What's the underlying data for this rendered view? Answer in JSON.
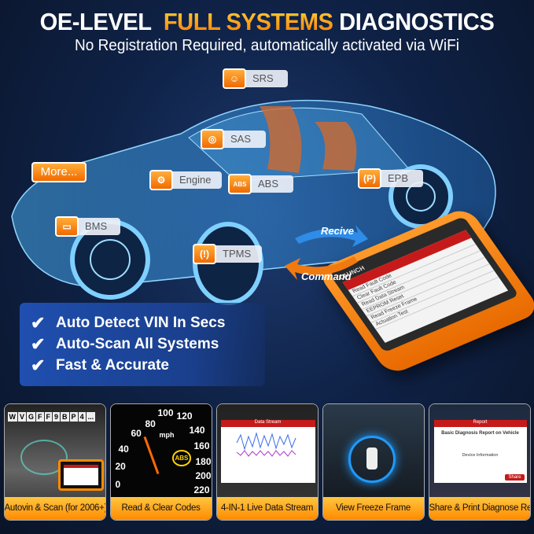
{
  "header": {
    "title_part1": "OE-LEVEL",
    "title_highlight": "FULL SYSTEMS",
    "title_part2": "DIAGNOSTICS",
    "subtitle": "No Registration Required, automatically activated via WiFi"
  },
  "systems": [
    {
      "label": "SRS",
      "icon": "airbag-icon"
    },
    {
      "label": "SAS",
      "icon": "steering-wheel-icon"
    },
    {
      "label": "Engine",
      "icon": "engine-icon"
    },
    {
      "label": "ABS",
      "icon": "abs-icon"
    },
    {
      "label": "EPB",
      "icon": "parking-brake-icon"
    },
    {
      "label": "BMS",
      "icon": "battery-icon"
    },
    {
      "label": "TPMS",
      "icon": "tire-pressure-icon"
    }
  ],
  "more_label": "More...",
  "arrows": {
    "receive": "Recive",
    "command": "Command"
  },
  "features": [
    "Auto Detect VIN In Secs",
    "Auto-Scan All Systems",
    "Fast & Accurate"
  ],
  "device": {
    "brand": "LAUNCH",
    "menu": [
      "Read Fault Code",
      "Clear Fault Code",
      "Read Data Stream",
      "EEPROM Reset",
      "Read Freeze Frame",
      "Actuation Test"
    ]
  },
  "cards": [
    {
      "caption": "Autovin & Scan (for 2006+)",
      "vin": [
        "W",
        "V",
        "G",
        "F",
        "F",
        "9",
        "B",
        "P",
        "4",
        "..."
      ]
    },
    {
      "caption": "Read & Clear Codes",
      "speeds": [
        "0",
        "20",
        "40",
        "60",
        "80",
        "100",
        "120",
        "140",
        "160",
        "180",
        "200",
        "220"
      ],
      "unit": "mph",
      "badge": "ABS"
    },
    {
      "caption": "4-IN-1 Live Data Stream",
      "screen_title": "Data Stream"
    },
    {
      "caption": "View Freeze Frame"
    },
    {
      "caption": "Share & Print Diagnose Report",
      "screen_title": "Report",
      "report_title": "Basic Diagnosis Report on Vehicle",
      "section": "Device Information",
      "button": "Share"
    }
  ],
  "colors": {
    "accent_orange": "#ff8a00",
    "navy": "#0f2247",
    "highlight_blue": "#1f4fb0",
    "red": "#c61a1a"
  }
}
